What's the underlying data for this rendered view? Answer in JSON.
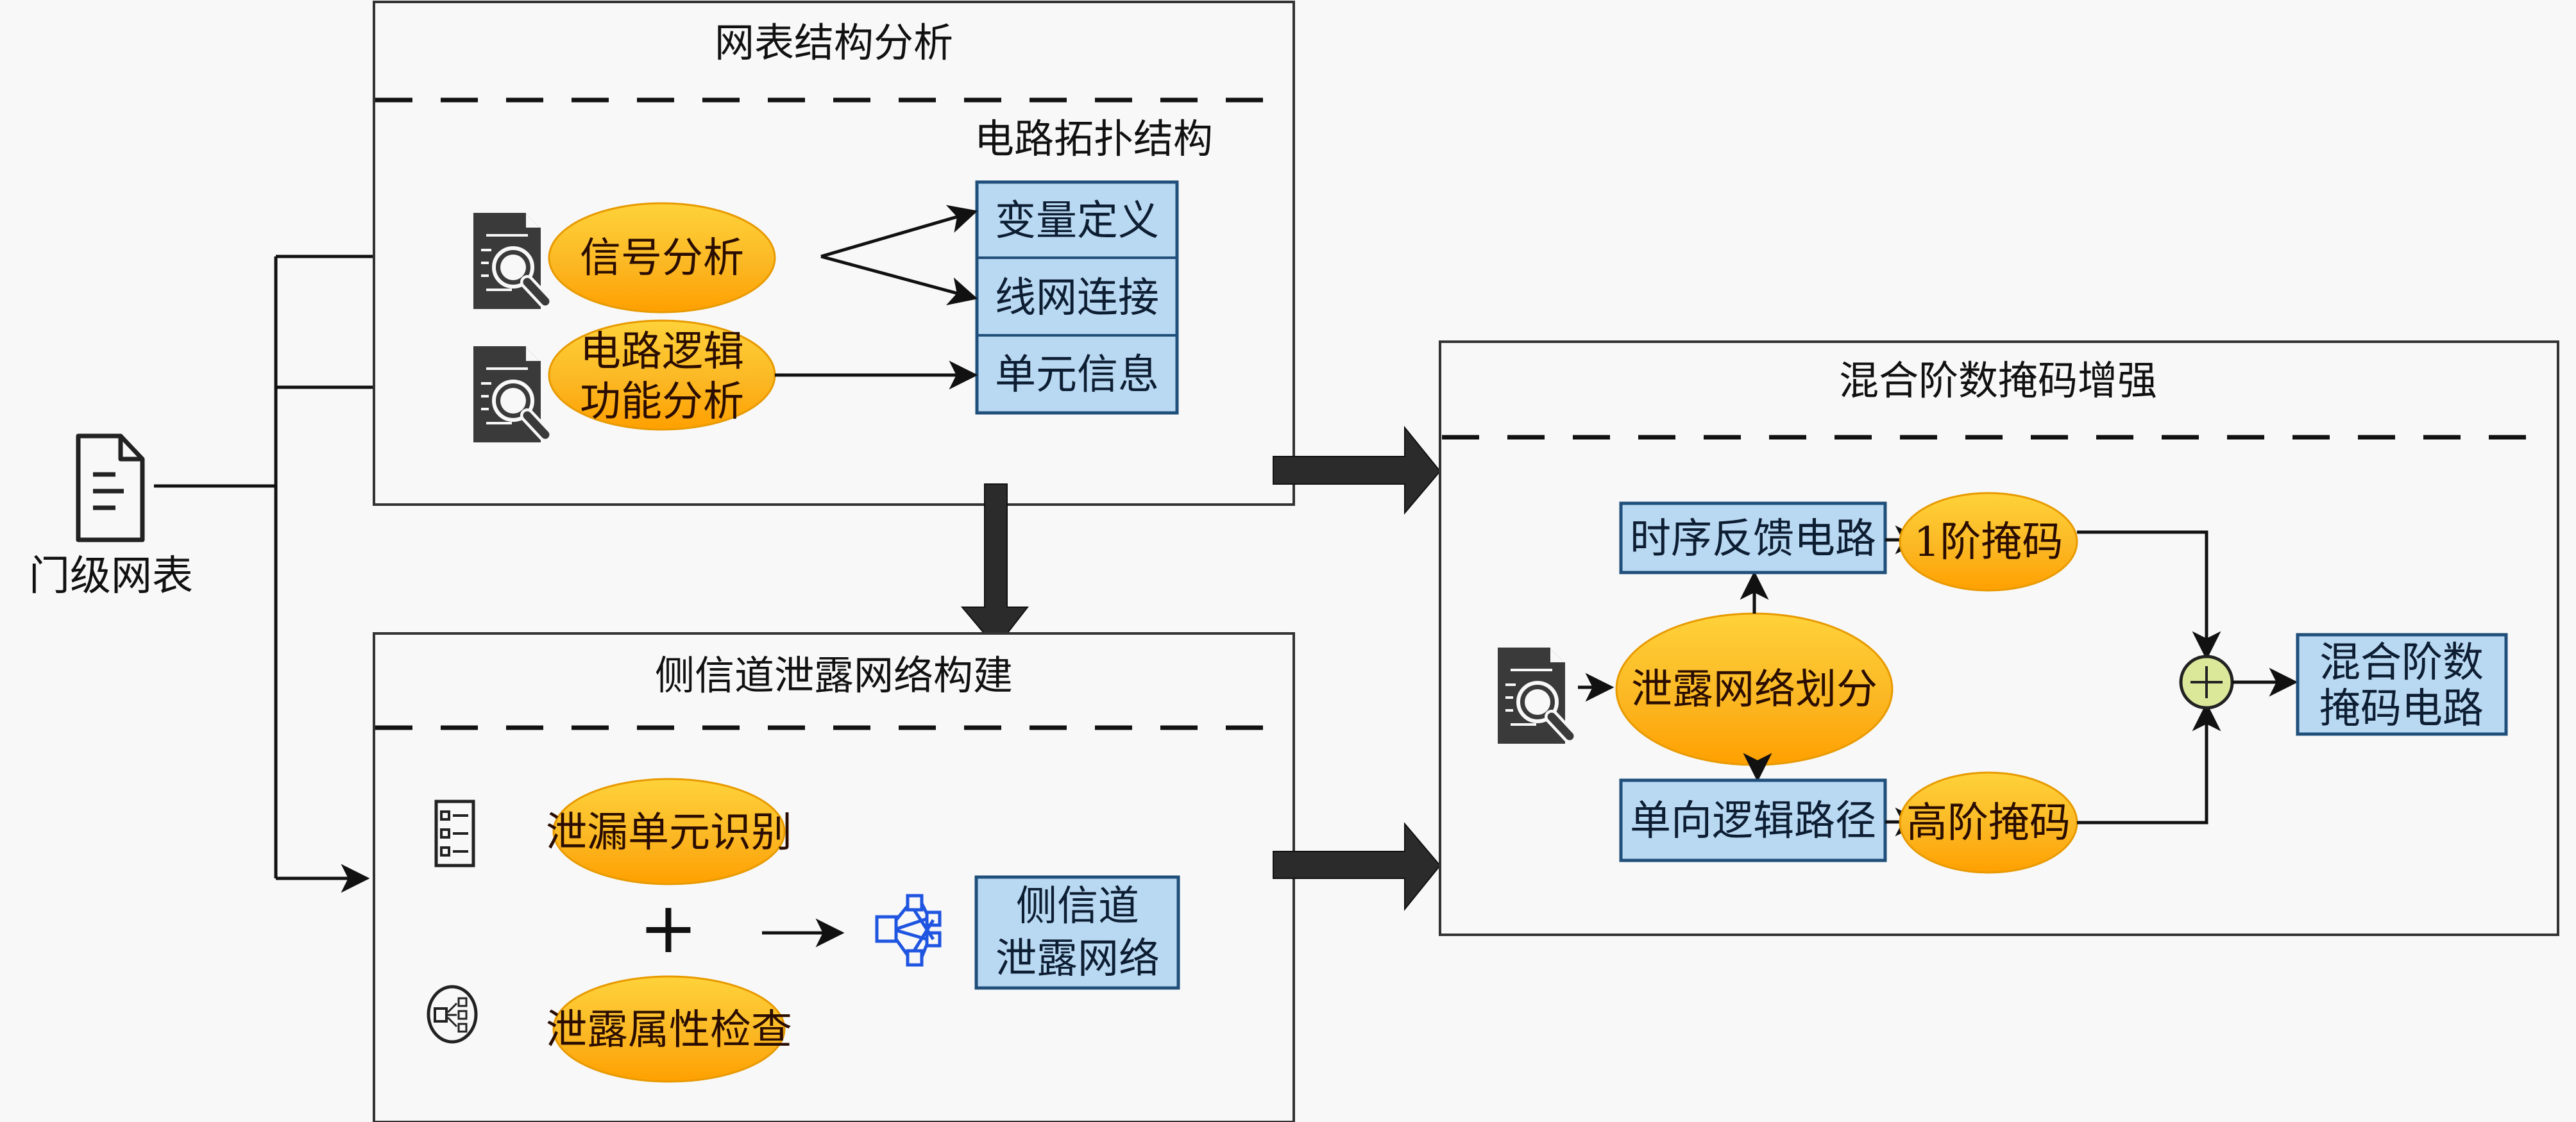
{
  "input": {
    "label": "门级网表",
    "icon": "document-icon"
  },
  "panels": {
    "netlist_analysis": {
      "title": "网表结构分析",
      "ovals": [
        {
          "label": "信号分析",
          "icon": "document-search-icon"
        },
        {
          "label_lines": [
            "电路逻辑",
            "功能分析"
          ],
          "icon": "document-search-icon"
        }
      ],
      "topology": {
        "title": "电路拓扑结构",
        "cells": [
          "变量定义",
          "线网连接",
          "单元信息"
        ]
      }
    },
    "leakage_network": {
      "title": "侧信道泄露网络构建",
      "ovals": [
        {
          "label": "泄漏单元识别",
          "icon": "checklist-icon"
        },
        {
          "label": "泄露属性检查",
          "icon": "distribution-icon"
        }
      ],
      "plus_symbol": "+",
      "network_icon": "network-graph-icon",
      "result_box_lines": [
        "侧信道",
        "泄露网络"
      ]
    },
    "mixed_order": {
      "title": "混合阶数掩码增强",
      "partition": {
        "label": "泄露网络划分",
        "icon": "document-search-icon"
      },
      "upper_path": {
        "circuit": "时序反馈电路",
        "lock_icon": "lock-icon",
        "mask": "1阶掩码"
      },
      "lower_path": {
        "circuit": "单向逻辑路径",
        "lock_icon": "lock-icon",
        "mask": "高阶掩码"
      },
      "combine_symbol": "+",
      "output_lines": [
        "混合阶数",
        "掩码电路"
      ]
    }
  },
  "colors": {
    "oval_top": "#ffd23a",
    "oval_bottom": "#ffa200",
    "oval_stroke": "#e89a00",
    "blue_fill": "#b9d8f2",
    "blue_stroke": "#1f4f7a",
    "adder_fill": "#dbe89a",
    "icon_dark": "#3a3a3a",
    "network_blue": "#1f55e0"
  }
}
